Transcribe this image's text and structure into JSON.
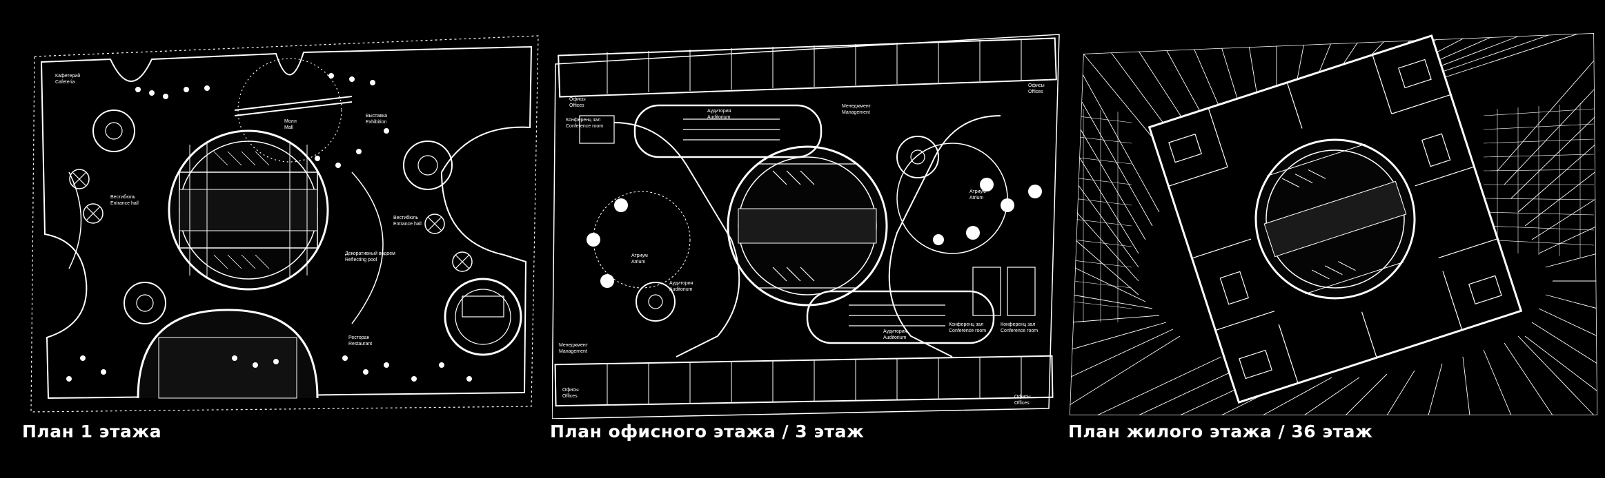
{
  "plans": [
    {
      "caption": "План 1 этажа",
      "labels": {
        "cafeteria_ru": "Кафетерий",
        "cafeteria_en": "Cafeteria",
        "mall_ru": "Молл",
        "mall_en": "Mall",
        "exhibition_ru": "Выставка",
        "exhibition_en": "Exhibition",
        "lobby_left_ru": "Вестибюль",
        "lobby_left_en": "Entrance hall",
        "lobby_right_ru": "Вестибюль",
        "lobby_right_en": "Entrance hall",
        "pool_ru": "Декоративный водоем",
        "pool_en": "Reflecting pool",
        "restaurant_ru": "Ресторан",
        "restaurant_en": "Restaurant"
      }
    },
    {
      "caption": "План офисного этажа / 3 этаж",
      "labels": {
        "offices_ru": "Офисы",
        "offices_en": "Offices",
        "conf_ru": "Конференц зал",
        "conf_en": "Conference room",
        "auditorium_ru": "Аудитория",
        "auditorium_en": "Auditorium",
        "management_ru": "Менеджмент",
        "management_en": "Management",
        "atrium_ru": "Атриум",
        "atrium_en": "Atrium"
      }
    },
    {
      "caption": "План жилого этажа / 36 этаж"
    }
  ]
}
